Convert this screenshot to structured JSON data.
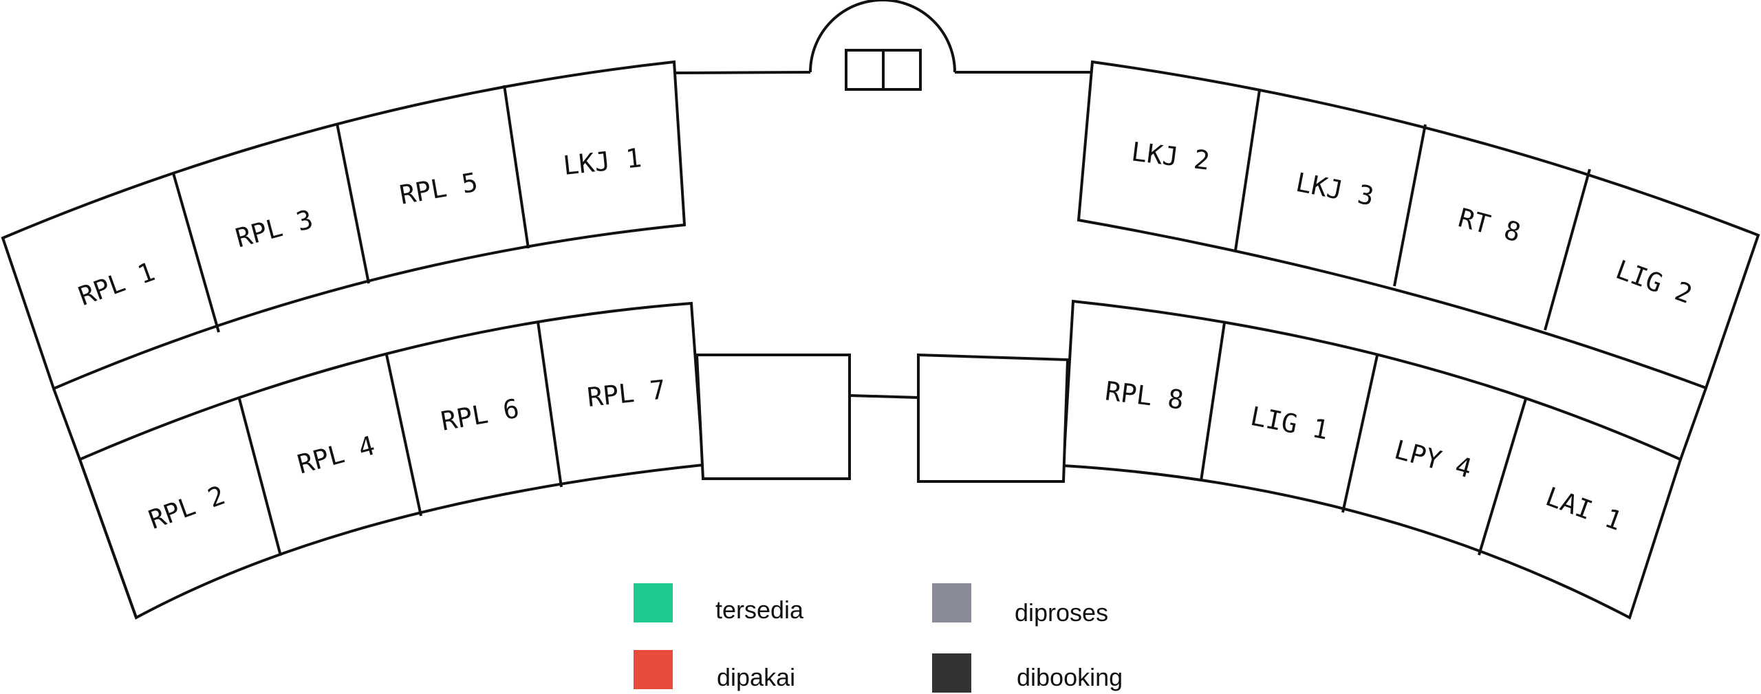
{
  "rooms": {
    "rpl1": "RPL 1",
    "rpl3": "RPL 3",
    "rpl5": "RPL 5",
    "lkj1": "LKJ 1",
    "rpl2": "RPL 2",
    "rpl4": "RPL 4",
    "rpl6": "RPL 6",
    "rpl7": "RPL 7",
    "lkj2": "LKJ 2",
    "lkj3": "LKJ 3",
    "rt8": "RT 8",
    "lig2": "LIG 2",
    "rpl8": "RPL 8",
    "lig1": "LIG 1",
    "lpy4": "LPY 4",
    "lai1": "LAI 1"
  },
  "legend": [
    {
      "label": "tersedia",
      "color": "#1fc88f"
    },
    {
      "label": "dipakai",
      "color": "#e84c3d"
    },
    {
      "label": "diproses",
      "color": "#8a8b98"
    },
    {
      "label": "dibooking",
      "color": "#333333"
    }
  ]
}
